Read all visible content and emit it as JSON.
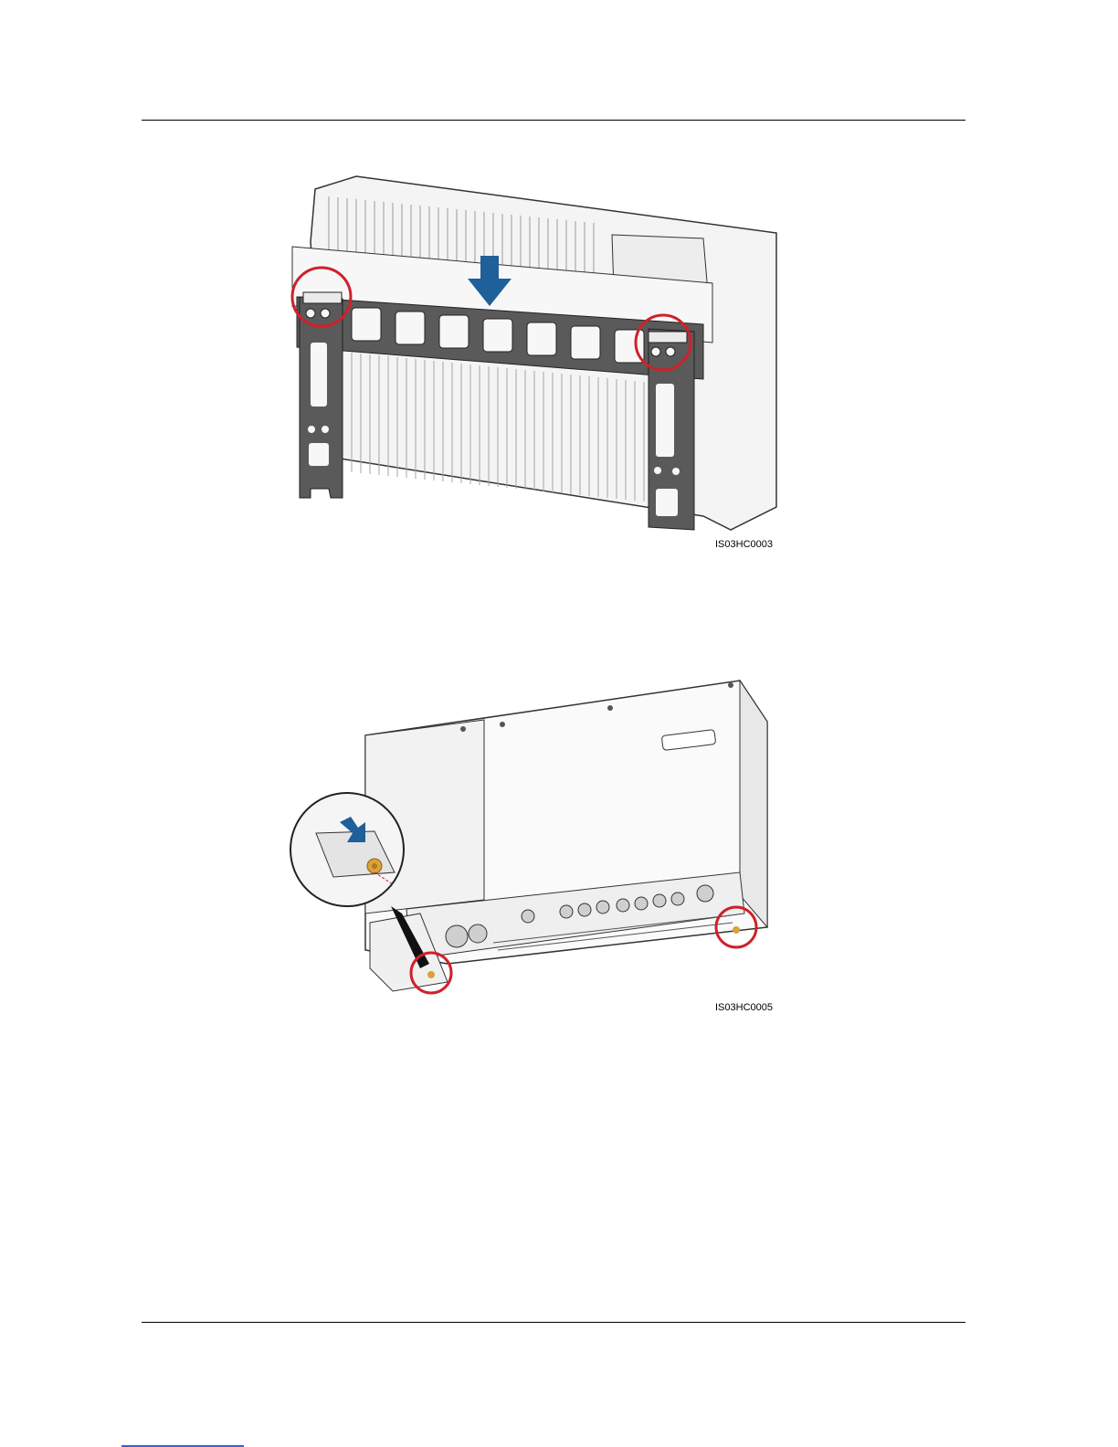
{
  "figures": [
    {
      "id_label": "IS03HC0003",
      "depicts": "inverter-mounted-on-bracket"
    },
    {
      "id_label": "IS03HC0005",
      "depicts": "inverter-bottom-screw-detail"
    }
  ],
  "colors": {
    "highlight_circle": "#d0202a",
    "arrow": "#1f5f9a",
    "bracket": "#5a5a5a",
    "outline": "#333333",
    "screw": "#d9a23a"
  }
}
